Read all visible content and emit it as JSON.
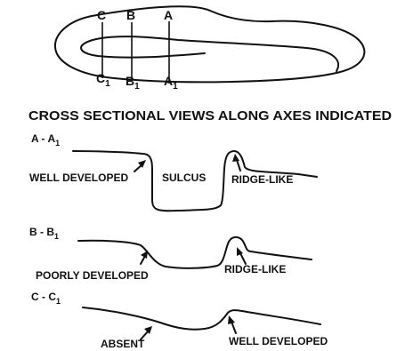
{
  "top_view": {
    "axis_labels_top": [
      "C",
      "B",
      "A"
    ],
    "axis_labels_bottom": [
      "C",
      "B",
      "A"
    ],
    "subscript": "1"
  },
  "heading": "CROSS SECTIONAL VIEWS ALONG AXES INDICATED",
  "sections": [
    {
      "label": "A - A",
      "subscript": "1",
      "features": [
        "WELL DEVELOPED",
        "SULCUS",
        "RIDGE-LIKE"
      ]
    },
    {
      "label": "B - B",
      "subscript": "1",
      "features": [
        "POORLY DEVELOPED",
        "RIDGE-LIKE"
      ]
    },
    {
      "label": "C - C",
      "subscript": "1",
      "features": [
        "ABSENT",
        "WELL DEVELOPED"
      ]
    }
  ]
}
